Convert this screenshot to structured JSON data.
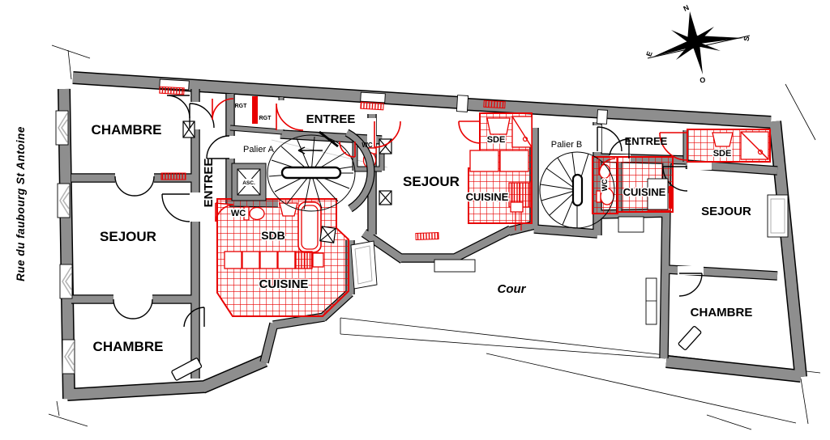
{
  "street_label": "Rue du faubourg St Antoine",
  "courtyard": {
    "label": "Cour"
  },
  "compass": {
    "n": "N",
    "s": "S",
    "e": "E",
    "o": "O"
  },
  "apartment_left": {
    "chambre_top": "CHAMBRE",
    "sejour": "SEJOUR",
    "chambre_bottom": "CHAMBRE",
    "entree": "ENTREE",
    "wc": "WC",
    "sdb": "SDB",
    "cuisine": "CUISINE"
  },
  "landing_a": {
    "label": "Palier A",
    "elevator": "ASC.",
    "storage_1": "RGT",
    "storage_2": "RGT",
    "wc": "WC"
  },
  "apartment_center": {
    "entree": "ENTREE",
    "sejour": "SEJOUR",
    "sde": "SDE",
    "cuisine": "CUISINE"
  },
  "landing_b": {
    "label": "Palier B"
  },
  "apartment_right": {
    "entree": "ENTREE",
    "wc": "WC",
    "cuisine": "CUISINE",
    "sde": "SDE",
    "sejour": "SEJOUR",
    "chambre": "CHAMBRE"
  },
  "colors": {
    "wall": "#8e8e8e",
    "red": "#e80000",
    "ink": "#000000"
  }
}
